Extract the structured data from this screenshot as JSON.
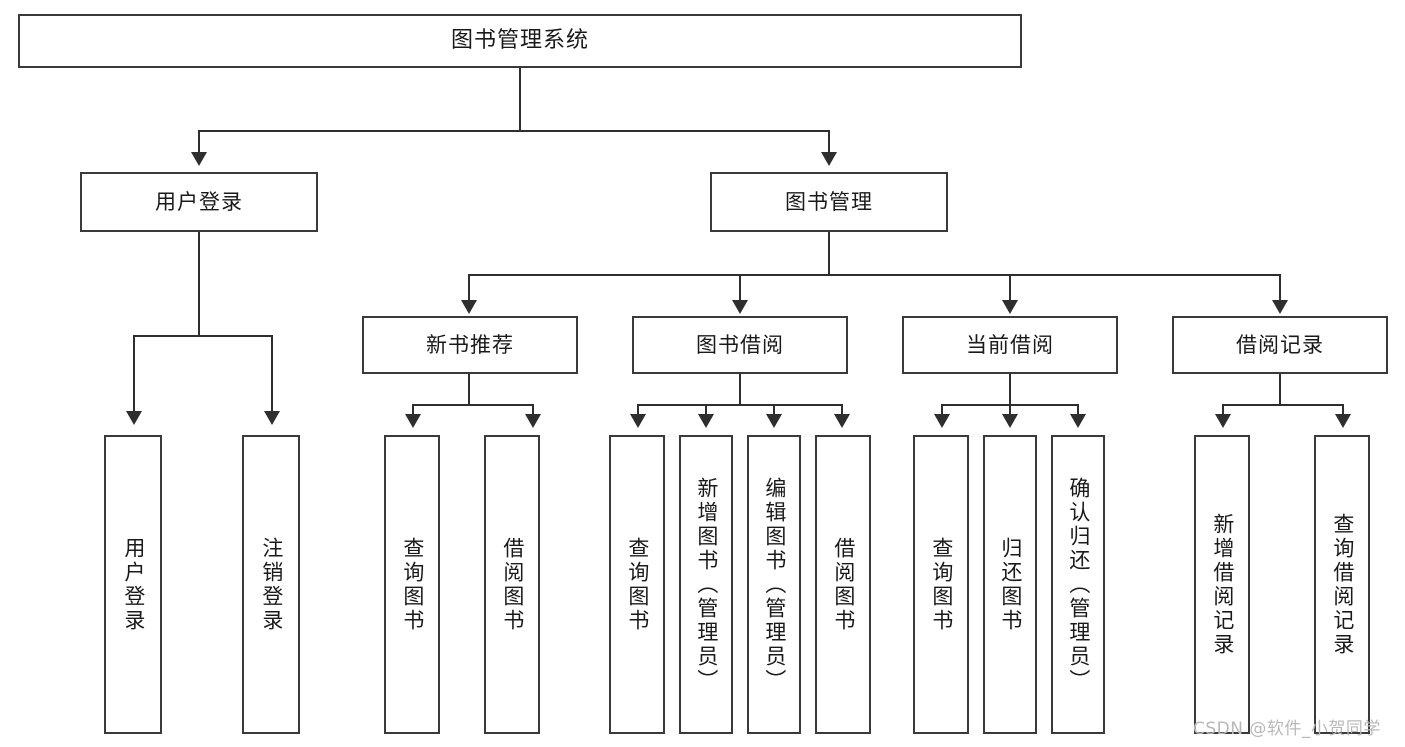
{
  "diagram": {
    "title": "图书管理系统",
    "type": "功能结构图",
    "root": {
      "id": "root",
      "label": "图书管理系统"
    },
    "level2": [
      {
        "id": "user-login",
        "label": "用户登录"
      },
      {
        "id": "book-manage",
        "label": "图书管理"
      }
    ],
    "level3": [
      {
        "id": "new-book-recommend",
        "label": "新书推荐",
        "parent": "book-manage"
      },
      {
        "id": "book-borrow",
        "label": "图书借阅",
        "parent": "book-manage"
      },
      {
        "id": "current-borrow",
        "label": "当前借阅",
        "parent": "book-manage"
      },
      {
        "id": "borrow-record",
        "label": "借阅记录",
        "parent": "book-manage"
      }
    ],
    "leaves": {
      "user-login": [
        {
          "id": "leaf-user-login",
          "label": "用户登录"
        },
        {
          "id": "leaf-user-logout",
          "label": "注销登录"
        }
      ],
      "new-book-recommend": [
        {
          "id": "leaf-query-book-1",
          "label": "查询图书"
        },
        {
          "id": "leaf-borrow-book-1",
          "label": "借阅图书"
        }
      ],
      "book-borrow": [
        {
          "id": "leaf-query-book-2",
          "label": "查询图书"
        },
        {
          "id": "leaf-add-book",
          "label": "新增图书（管理员）"
        },
        {
          "id": "leaf-edit-book",
          "label": "编辑图书（管理员）"
        },
        {
          "id": "leaf-borrow-book-2",
          "label": "借阅图书"
        }
      ],
      "current-borrow": [
        {
          "id": "leaf-query-book-3",
          "label": "查询图书"
        },
        {
          "id": "leaf-return-book",
          "label": "归还图书"
        },
        {
          "id": "leaf-confirm-return",
          "label": "确认归还（管理员）"
        }
      ],
      "borrow-record": [
        {
          "id": "leaf-add-record",
          "label": "新增借阅记录"
        },
        {
          "id": "leaf-query-record",
          "label": "查询借阅记录"
        }
      ]
    }
  },
  "watermark": {
    "text": "CSDN @软件_小贺同学"
  },
  "colors": {
    "box_border": "#3a3a3a",
    "connector": "#2e2e2e",
    "text": "#1a1a1a",
    "background": "#ffffff",
    "watermark": "#b9b9b9"
  }
}
